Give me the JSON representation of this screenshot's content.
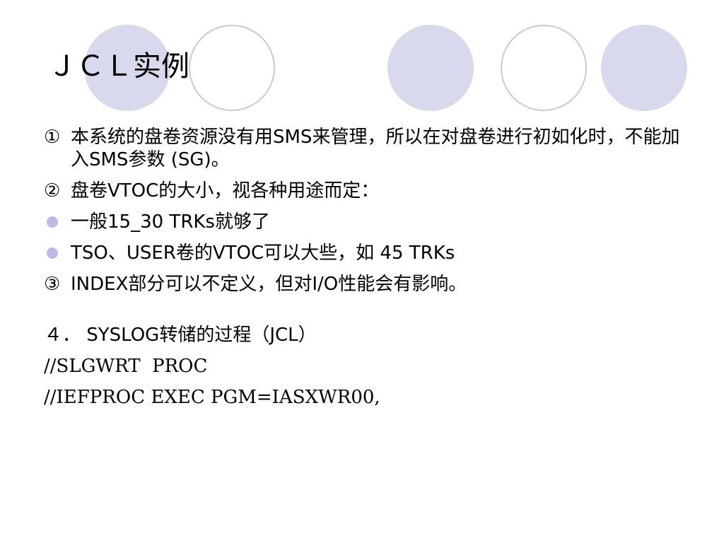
{
  "slide": {
    "title": "ＪＣＬ实例",
    "items": [
      {
        "marker": "①",
        "text": "本系统的盘卷资源没有用SMS来管理，所以在对盘卷进行初如化时，不能加入SMS参数 (SG)。"
      },
      {
        "marker": "②",
        "text": "盘卷VTOC的大小，视各种用途而定："
      },
      {
        "marker": "bullet",
        "text": "一般15_30 TRKs就够了"
      },
      {
        "marker": "bullet",
        "text": "TSO、USER卷的VTOC可以大些，如 45 TRKs"
      },
      {
        "marker": "③",
        "text": " INDEX部分可以不定义，但对I/O性能会有影响。"
      }
    ],
    "section_heading": "４． SYSLOG转储的过程（JCL）",
    "code_lines": [
      "//SLGWRT  PROC",
      "//IEFPROC EXEC PGM=IASXWR00,"
    ]
  },
  "colors": {
    "circle_fill": "#d9d9ee",
    "circle_outline": "#c8c8e2",
    "bullet": "#bbbbe8"
  }
}
